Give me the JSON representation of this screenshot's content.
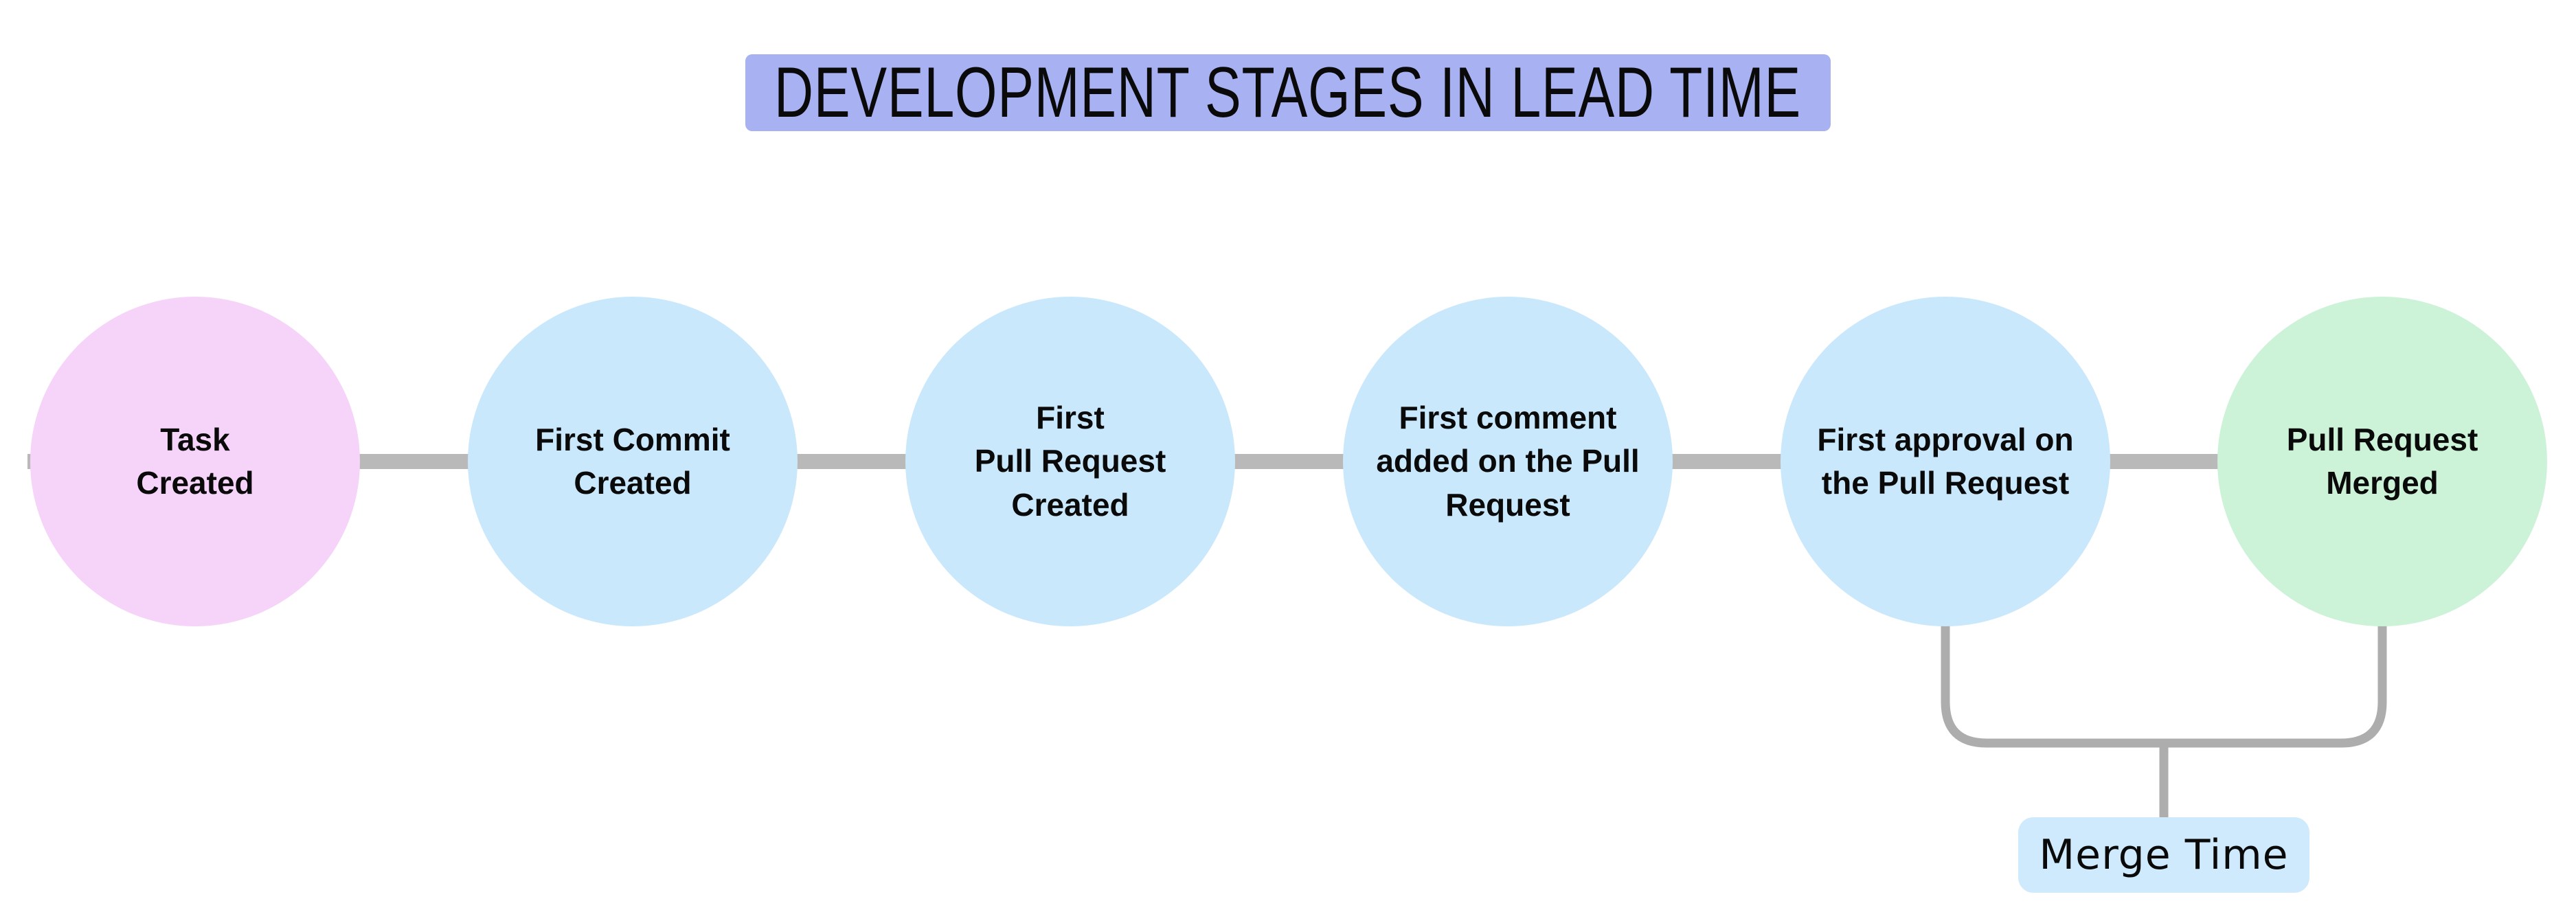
{
  "title": {
    "text": "DEVELOPMENT STAGES IN LEAD TIME",
    "background": "#a8b1f1"
  },
  "stages": [
    {
      "label": "Task\nCreated",
      "color": "#f6d3f9"
    },
    {
      "label": "First Commit\nCreated",
      "color": "#cae8fc"
    },
    {
      "label": "First\nPull Request\nCreated",
      "color": "#cae8fc"
    },
    {
      "label": "First comment\nadded on the Pull\nRequest",
      "color": "#cae8fc"
    },
    {
      "label": "First approval on\nthe Pull Request",
      "color": "#cae8fc"
    },
    {
      "label": "Pull Request\nMerged",
      "color": "#ccf2d8"
    }
  ],
  "merge_annotation": {
    "label": "Merge Time",
    "background": "#cfeafc"
  },
  "colors": {
    "connector": "#b9b9b9",
    "bracket": "#adadad",
    "text": "#0a0a0a",
    "page_background": "#ffffff"
  }
}
